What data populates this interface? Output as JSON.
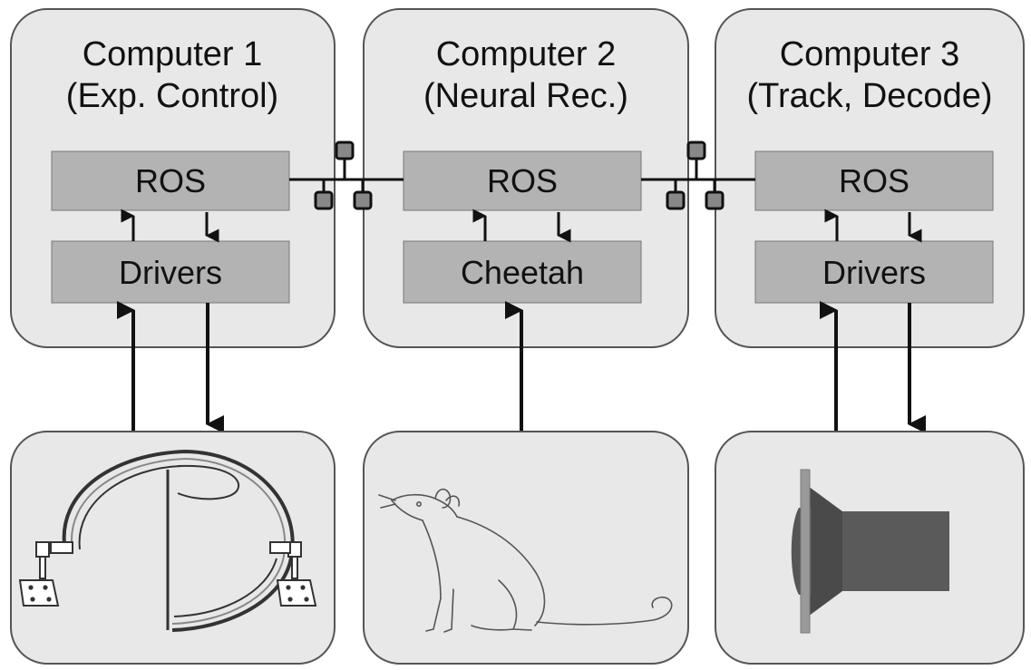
{
  "computers": [
    {
      "title": "Computer 1",
      "subtitle": "(Exp. Control)",
      "ros": "ROS",
      "driver": "Drivers"
    },
    {
      "title": "Computer 2",
      "subtitle": "(Neural Rec.)",
      "ros": "ROS",
      "driver": "Cheetah"
    },
    {
      "title": "Computer 3",
      "subtitle": "(Track, Decode)",
      "ros": "ROS",
      "driver": "Drivers"
    }
  ],
  "devices": [
    {
      "icon": "maze-track-icon"
    },
    {
      "icon": "rat-icon"
    },
    {
      "icon": "camera-icon"
    }
  ],
  "colors": {
    "panel_fill": "#e8e8e8",
    "panel_stroke": "#555555",
    "box_fill": "#b3b3b3",
    "box_stroke": "#777777",
    "line": "#111111",
    "camera_body": "#5a5a5a",
    "camera_lens": "#4a4a4a",
    "camera_ring": "#999999"
  }
}
